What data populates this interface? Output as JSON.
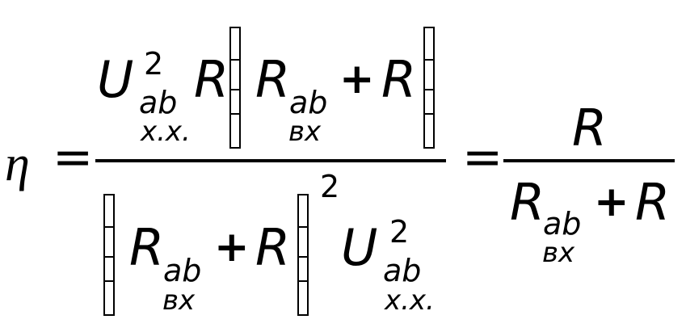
{
  "formula": {
    "lhs_symbol": "η",
    "equals": "=",
    "plus": "+",
    "U": "U",
    "R": "R",
    "ab": "ab",
    "exponent": "2",
    "sub_open_circuit": "x.x.",
    "sub_input": "вх"
  }
}
